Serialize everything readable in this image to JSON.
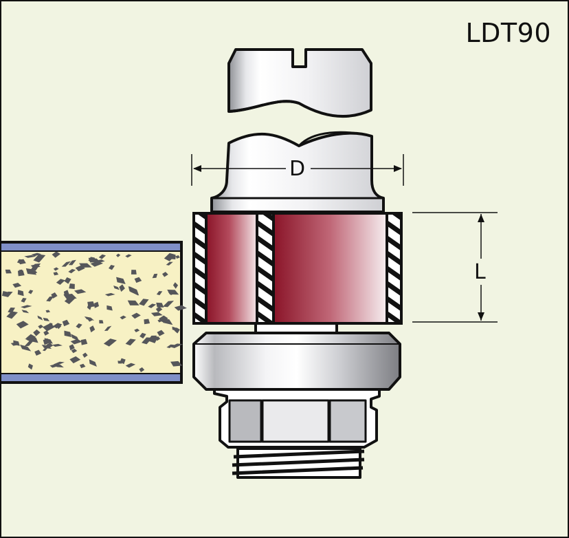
{
  "diagram": {
    "code": "LDT90",
    "dimension_labels": {
      "diameter": "D",
      "length": "L"
    }
  },
  "colors": {
    "background": "#f1f4e2",
    "outline": "#111111",
    "cutter_red": "#9b1b30",
    "board_core": "#f7f1c4",
    "board_face": "#7f8fc8",
    "chip_fleck": "#55565a"
  }
}
